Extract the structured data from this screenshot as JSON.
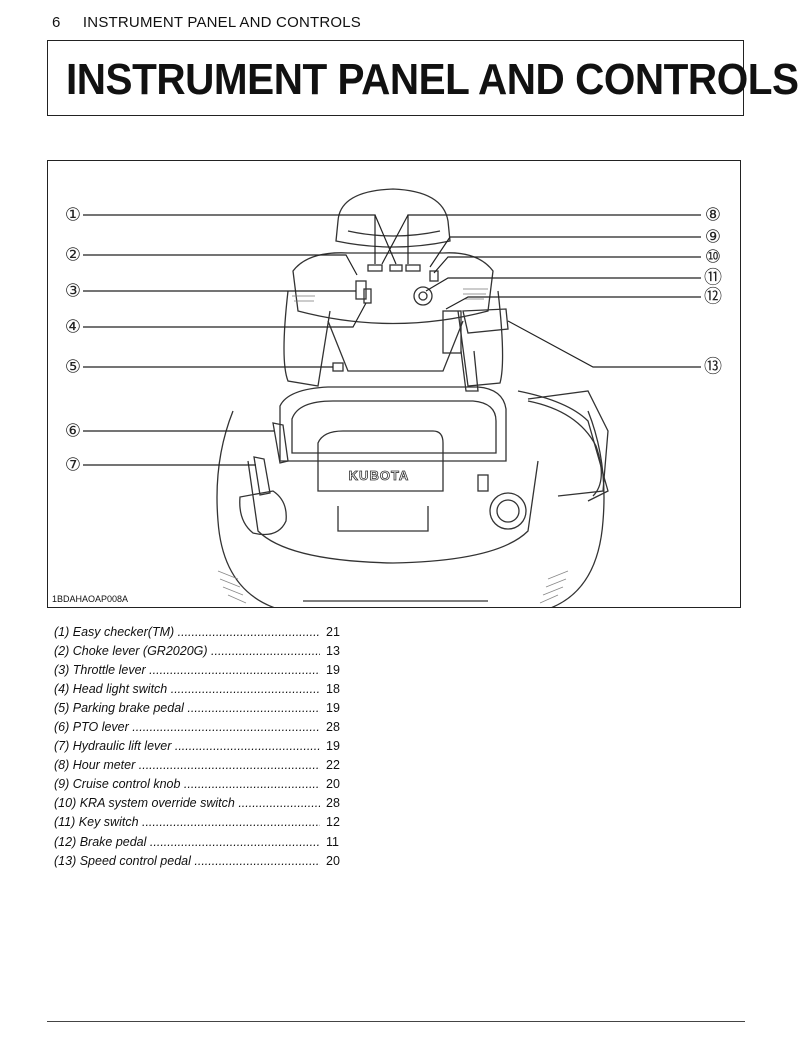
{
  "header": {
    "page_number": "6",
    "running_title": "INSTRUMENT PANEL AND CONTROLS"
  },
  "title": "INSTRUMENT PANEL AND CONTROLS",
  "figure": {
    "code": "1BDAHAOAP008A",
    "seat_brand": "KUBOTA",
    "callouts": [
      "①",
      "②",
      "③",
      "④",
      "⑤",
      "⑥",
      "⑦",
      "⑧",
      "⑨",
      "⑩",
      "⑪",
      "⑫",
      "⑬"
    ]
  },
  "legend": [
    {
      "label": "(1) Easy checker(TM)",
      "page": "21"
    },
    {
      "label": "(2) Choke lever (GR2020G)",
      "page": "13"
    },
    {
      "label": "(3) Throttle lever",
      "page": "19"
    },
    {
      "label": "(4) Head light switch",
      "page": "18"
    },
    {
      "label": "(5) Parking brake pedal",
      "page": "19"
    },
    {
      "label": "(6) PTO lever",
      "page": "28"
    },
    {
      "label": "(7) Hydraulic lift lever",
      "page": "19"
    },
    {
      "label": "(8) Hour meter",
      "page": "22"
    },
    {
      "label": "(9) Cruise control knob",
      "page": "20"
    },
    {
      "label": "(10) KRA system override switch",
      "page": "28"
    },
    {
      "label": "(11) Key switch",
      "page": "12"
    },
    {
      "label": "(12) Brake pedal",
      "page": "11"
    },
    {
      "label": "(13) Speed control pedal",
      "page": "20"
    }
  ]
}
